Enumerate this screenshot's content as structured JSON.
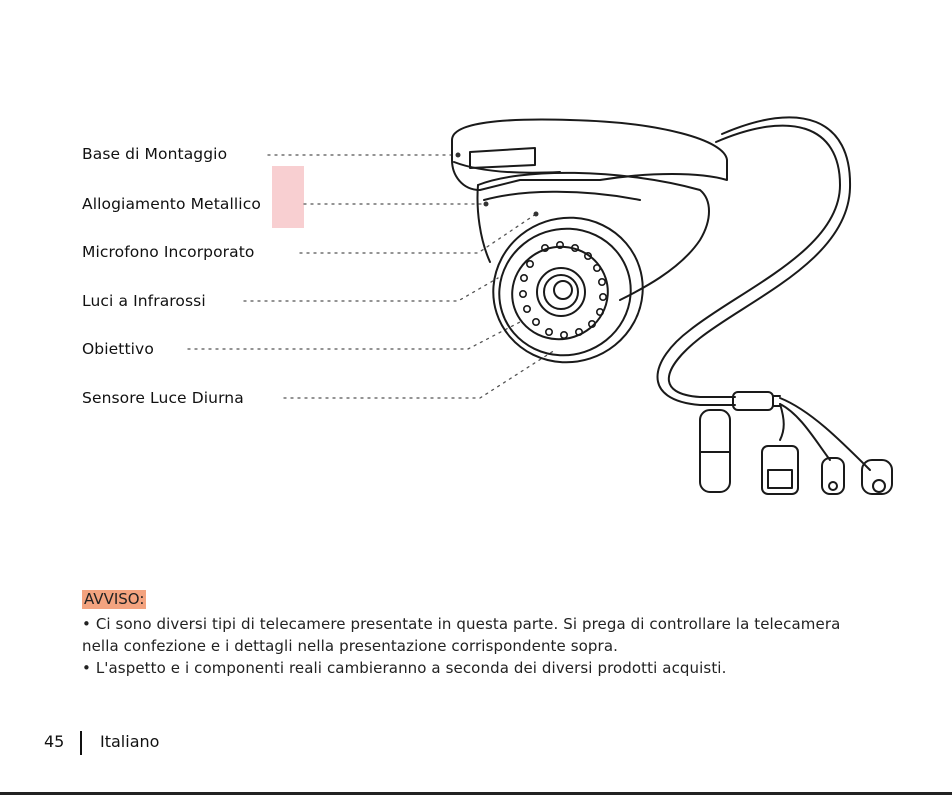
{
  "labels": {
    "base": "Base di Montaggio",
    "housing": "Allogiamento Metallico",
    "microphone": "Microfono Incorporato",
    "infrared": "Luci a Infrarossi",
    "lens": "Obiettivo",
    "daylight_sensor": "Sensore Luce Diurna"
  },
  "notice": {
    "title": "AVVISO:",
    "lines": [
      "• Ci sono diversi tipi di telecamere presentate in questa parte. Si prega di controllare la telecamera",
      "nella confezione e i dettagli nella presentazione corrispondente sopra.",
      "• L'aspetto e i componenti reali cambieranno a seconda dei diversi prodotti acquisti."
    ]
  },
  "footer": {
    "page_number": "45",
    "language": "Italiano"
  },
  "colors": {
    "highlight": "#f7c7c9",
    "notice_title_bg": "#f3a37f",
    "line": "#1a1a1a"
  }
}
